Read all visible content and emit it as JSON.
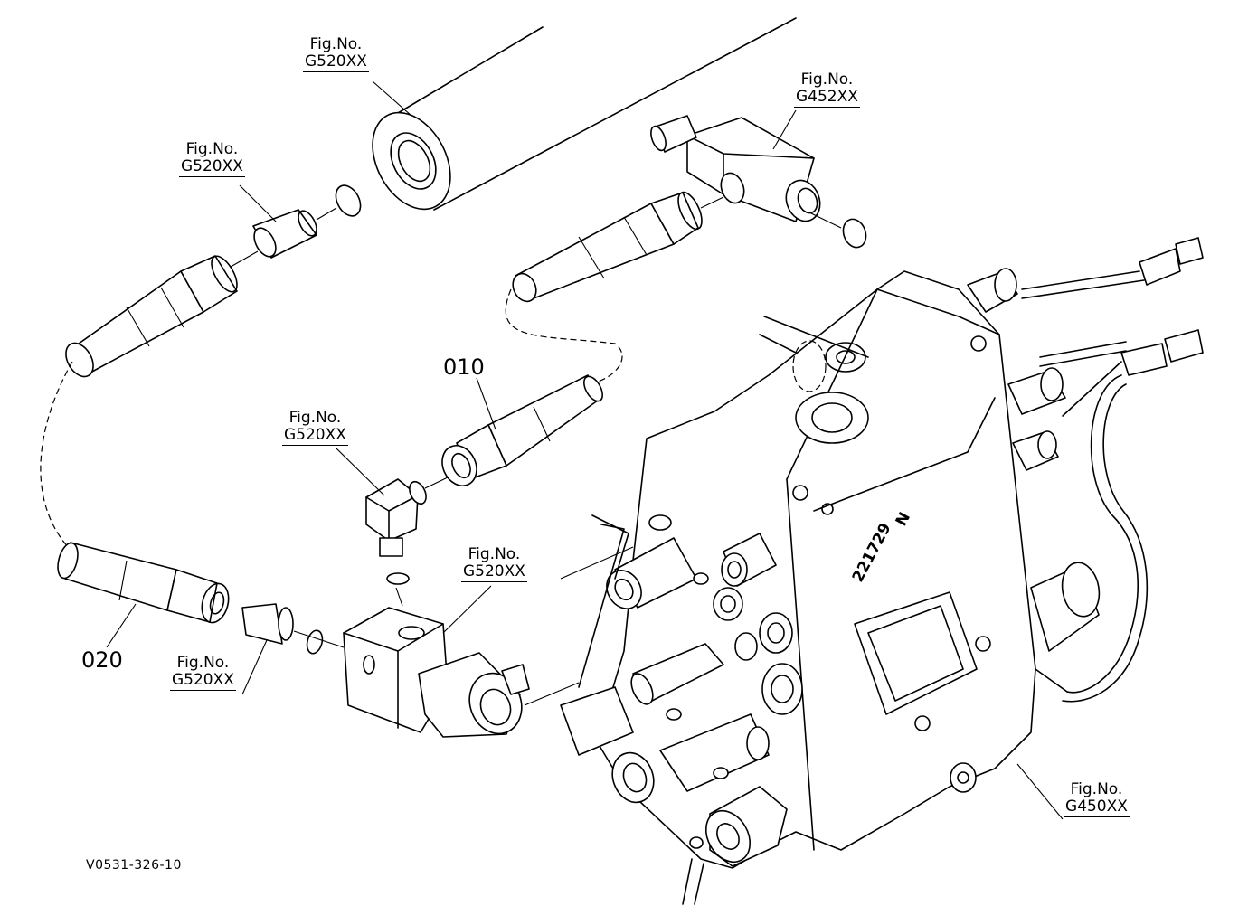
{
  "figure_refs": [
    {
      "id": "top-cylinder",
      "fig_label": "Fig.No.",
      "ref": "G520XX"
    },
    {
      "id": "left-adapter",
      "fig_label": "Fig.No.",
      "ref": "G520XX"
    },
    {
      "id": "tee-fitting",
      "fig_label": "Fig.No.",
      "ref": "G452XX"
    },
    {
      "id": "elbow-fitting",
      "fig_label": "Fig.No.",
      "ref": "G520XX"
    },
    {
      "id": "solenoid-block",
      "fig_label": "Fig.No.",
      "ref": "G520XX"
    },
    {
      "id": "lower-adapter",
      "fig_label": "Fig.No.",
      "ref": "G520XX"
    },
    {
      "id": "control-valve",
      "fig_label": "Fig.No.",
      "ref": "G450XX"
    }
  ],
  "part_numbers": {
    "hose_upper": "010",
    "hose_lower": "020"
  },
  "valve_marking": {
    "letter": "N",
    "number": "221729"
  },
  "drawing_code": "V0531-326-10"
}
